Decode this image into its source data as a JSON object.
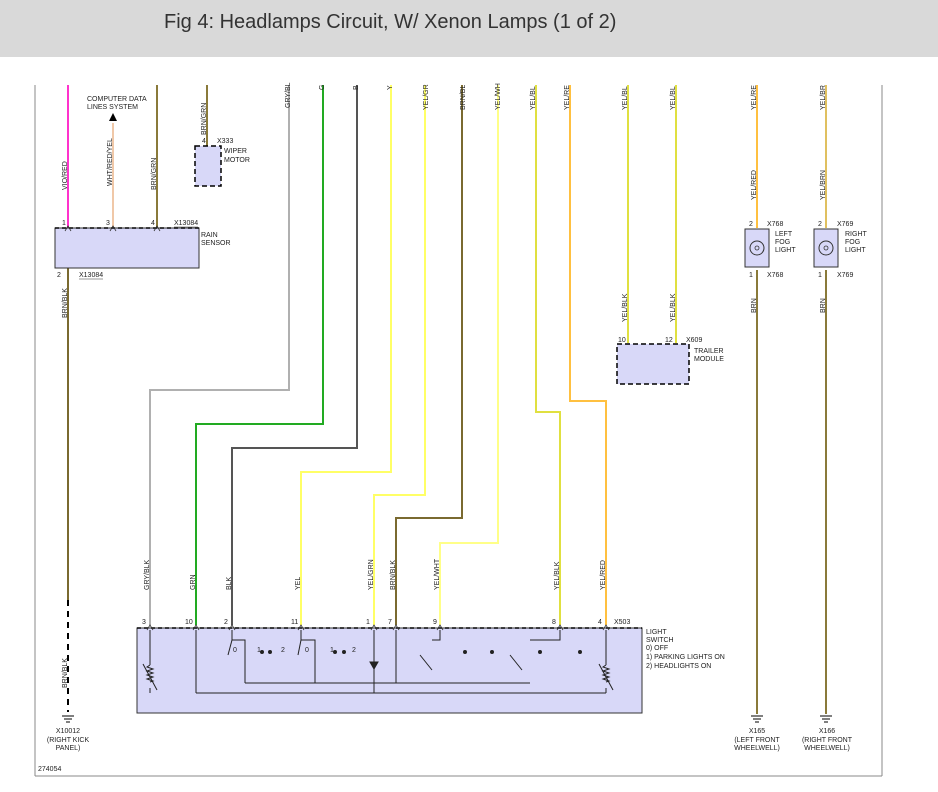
{
  "title": "Fig 4: Headlamps Circuit, W/ Xenon Lamps (1 of 2)",
  "figure_number": "274054",
  "colors": {
    "title_bg": "#d9d9d9",
    "component_fill": "#d8d8f8",
    "vio_red": "#ff33cc",
    "wht_red_yel": "#f0c8a8",
    "brn_grn": "#8a7a3a",
    "gry": "#b0b0b0",
    "grn": "#22aa22",
    "blk": "#555555",
    "yel": "#ffff66",
    "brn_blk": "#7a6a30",
    "yel_wht": "#ffff88",
    "yel_blk": "#e0e040",
    "yel_red": "#ffc040",
    "yel_brn": "#e0c060"
  },
  "top_labels": {
    "computer_data": [
      "COMPUTER DATA",
      "LINES SYSTEM"
    ],
    "brn_grn_top": "BRN/GRN",
    "gry_blk": "GRY/BL",
    "g": "G",
    "b": "B",
    "y": "Y",
    "yel_gr": "YEL/GR",
    "brn_bl": "BRN/BL",
    "yel_wh": "YEL/WH",
    "yel_bl1": "YEL/BL",
    "yel_re": "YEL/RE",
    "yel_bl2": "YEL/BL",
    "yel_bl3": "YEL/BL",
    "yel_re_r": "YEL/RE",
    "yel_br_r": "YEL/BR"
  },
  "rain_sensor": {
    "name": [
      "RAIN",
      "SENSOR"
    ],
    "connector": "X13084",
    "connector_bottom": "X13084",
    "pins": [
      "1",
      "3",
      "4",
      "2"
    ],
    "wire_labels": [
      "VIO/RED",
      "WHT/RED/YEL",
      "BRN/GRN",
      "BRN/BLK"
    ]
  },
  "wiper_motor": {
    "name": [
      "WIPER",
      "MOTOR"
    ],
    "connector": "X333",
    "pin": "4"
  },
  "trailer_module": {
    "name": [
      "TRAILER",
      "MODULE"
    ],
    "connector": "X609",
    "pins": [
      "10",
      "12"
    ],
    "wire_labels": [
      "YEL/BLK",
      "YEL/BLK"
    ]
  },
  "left_fog": {
    "name": [
      "LEFT",
      "FOG",
      "LIGHT"
    ],
    "connector_top": "X768",
    "connector_bottom": "X768",
    "pin_top": "2",
    "pin_bottom": "1",
    "wire_top": "YEL/RED",
    "wire_bottom": "BRN"
  },
  "right_fog": {
    "name": [
      "RIGHT",
      "FOG",
      "LIGHT"
    ],
    "connector_top": "X769",
    "connector_bottom": "X769",
    "pin_top": "2",
    "pin_bottom": "1",
    "wire_top": "YEL/BRN",
    "wire_bottom": "BRN"
  },
  "light_switch": {
    "name": [
      "LIGHT",
      "SWITCH",
      "0) OFF",
      "1) PARKING LIGHTS ON",
      "2) HEADLIGHTS ON"
    ],
    "connector": "X503",
    "pins": [
      "3",
      "10",
      "2",
      "11",
      "1",
      "7",
      "9",
      "8",
      "4"
    ],
    "wire_labels": [
      "GRY/BLK",
      "GRN",
      "BLK",
      "YEL",
      "YEL/GRN",
      "BRN/BLK",
      "YEL/WHT",
      "YEL/BLK",
      "YEL/RED"
    ],
    "switch_positions": [
      "0",
      "1",
      "2",
      "0",
      "1",
      "2"
    ]
  },
  "grounds": [
    {
      "id": "X10012",
      "desc": [
        "(RIGHT KICK",
        "PANEL)"
      ],
      "wire": "BRN/BLK"
    },
    {
      "id": "X165",
      "desc": [
        "(LEFT FRONT",
        "WHEELWELL)"
      ]
    },
    {
      "id": "X166",
      "desc": [
        "(RIGHT FRONT",
        "WHEELWELL)"
      ]
    }
  ]
}
